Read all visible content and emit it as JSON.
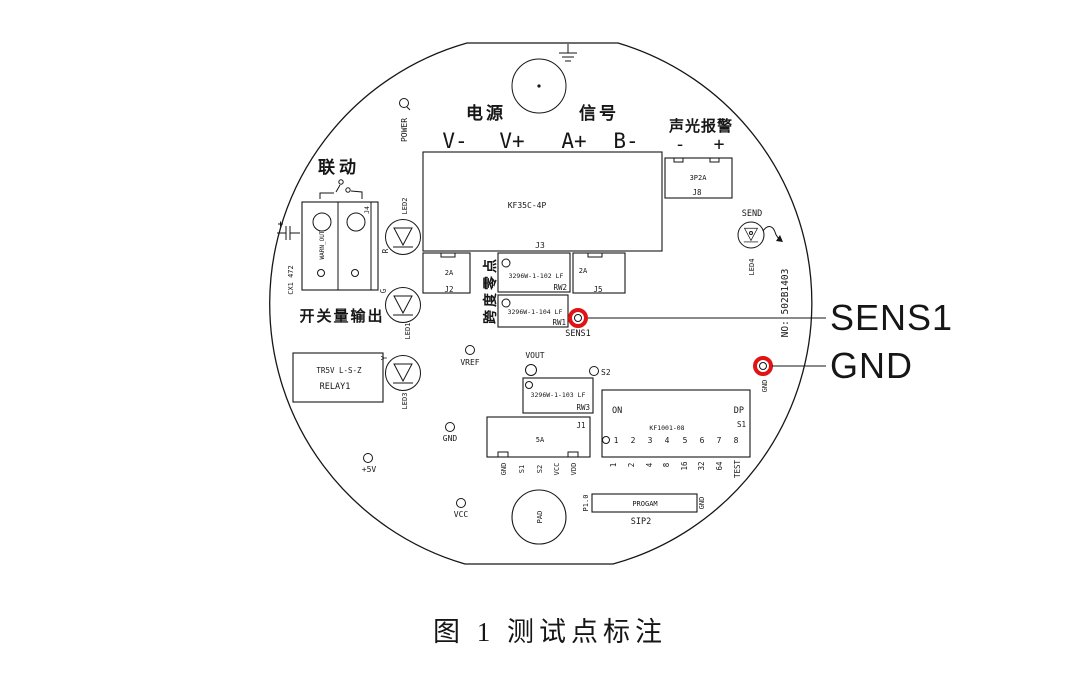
{
  "figure": {
    "caption": "图 1 测试点标注"
  },
  "callouts": {
    "sens1": "SENS1",
    "gnd": "GND"
  },
  "board": {
    "serial": "NO: 502B1403",
    "power_led": "POWER"
  },
  "labels": {
    "power_cn": "电源",
    "signal_cn": "信号",
    "alarm_cn": "声光报警",
    "linkage_cn": "联动",
    "switch_output_cn": "开关量输出",
    "span_zero_cn": "跨度零点"
  },
  "terminals": {
    "v_minus": "V-",
    "v_plus": "V+",
    "a_plus": "A+",
    "b_minus": "B-",
    "alarm_minus": "-",
    "alarm_plus": "+"
  },
  "test_points": {
    "vref": "VREF",
    "vout": "VOUT",
    "s2": "S2",
    "gnd": "GND",
    "p5v": "+5V",
    "vcc": "VCC",
    "sens1": "SENS1",
    "gnd_pad": "GND"
  },
  "components": {
    "j3": {
      "part": "KF35C-4P",
      "ref": "J3"
    },
    "j8": {
      "part": "3P2A",
      "ref": "J8"
    },
    "j2": {
      "part": "2A",
      "ref": "J2"
    },
    "j5": {
      "part": "2A",
      "ref": "J5"
    },
    "rw2": {
      "part": "3296W-1-102 LF",
      "ref": "RW2"
    },
    "rw1": {
      "part": "3296W-1-104 LF",
      "ref": "RW1"
    },
    "rw3": {
      "part": "3296W-1-103 LF",
      "ref": "RW3"
    },
    "relay": {
      "part": "TR5V L-S-Z",
      "ref": "RELAY1"
    },
    "j4": {
      "ref": "J4",
      "label": "WARN_OUT"
    },
    "cx1": "CX1 472",
    "led1": "LED1",
    "led2": "LED2",
    "led3": "LED3",
    "led4": "LED4",
    "send": "SEND",
    "led_marks": {
      "r": "R",
      "g": "G",
      "y": "Y"
    },
    "j1": {
      "ref": "J1",
      "part": "5A",
      "pins": [
        "GND",
        "S1",
        "S2",
        "VCC",
        "VDD"
      ]
    },
    "dip": {
      "on": "ON",
      "dp": "DP",
      "part": "KF1001-08",
      "ref": "S1",
      "positions": [
        "1",
        "2",
        "3",
        "4",
        "5",
        "6",
        "7",
        "8"
      ],
      "weights": [
        "1",
        "2",
        "4",
        "8",
        "16",
        "32",
        "64",
        "TEST"
      ]
    },
    "sip2": {
      "ref": "SIP2",
      "label": "PROGAM",
      "pin_left": "P1.0",
      "pin_right": "GND"
    },
    "pad": "PAD"
  },
  "colors": {
    "line": "#161616",
    "highlight": "#e01414",
    "background": "#ffffff"
  }
}
